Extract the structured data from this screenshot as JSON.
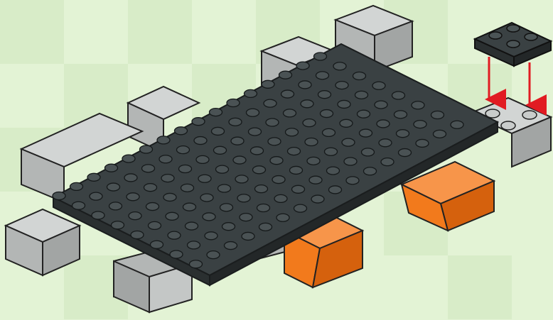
{
  "instruction": {
    "step_label": "",
    "arrow_count": 2
  },
  "colors": {
    "background": "#e3f3d5",
    "background_tile": "#d8ecc8",
    "plate_dark": "#3a4143",
    "brick_light_gray": "#c4c7c6",
    "brick_orange": "#f27a1c",
    "arrow_red": "#e11b22"
  },
  "parts": [
    {
      "name": "dark-gray-plate-8x16",
      "color": "plate_dark"
    },
    {
      "name": "dark-gray-plate-2x2",
      "color": "plate_dark"
    },
    {
      "name": "light-gray-brick-2x4",
      "color": "brick_light_gray"
    },
    {
      "name": "light-gray-brick-2x2",
      "color": "brick_light_gray"
    },
    {
      "name": "orange-brick-2x2",
      "color": "brick_orange"
    }
  ]
}
